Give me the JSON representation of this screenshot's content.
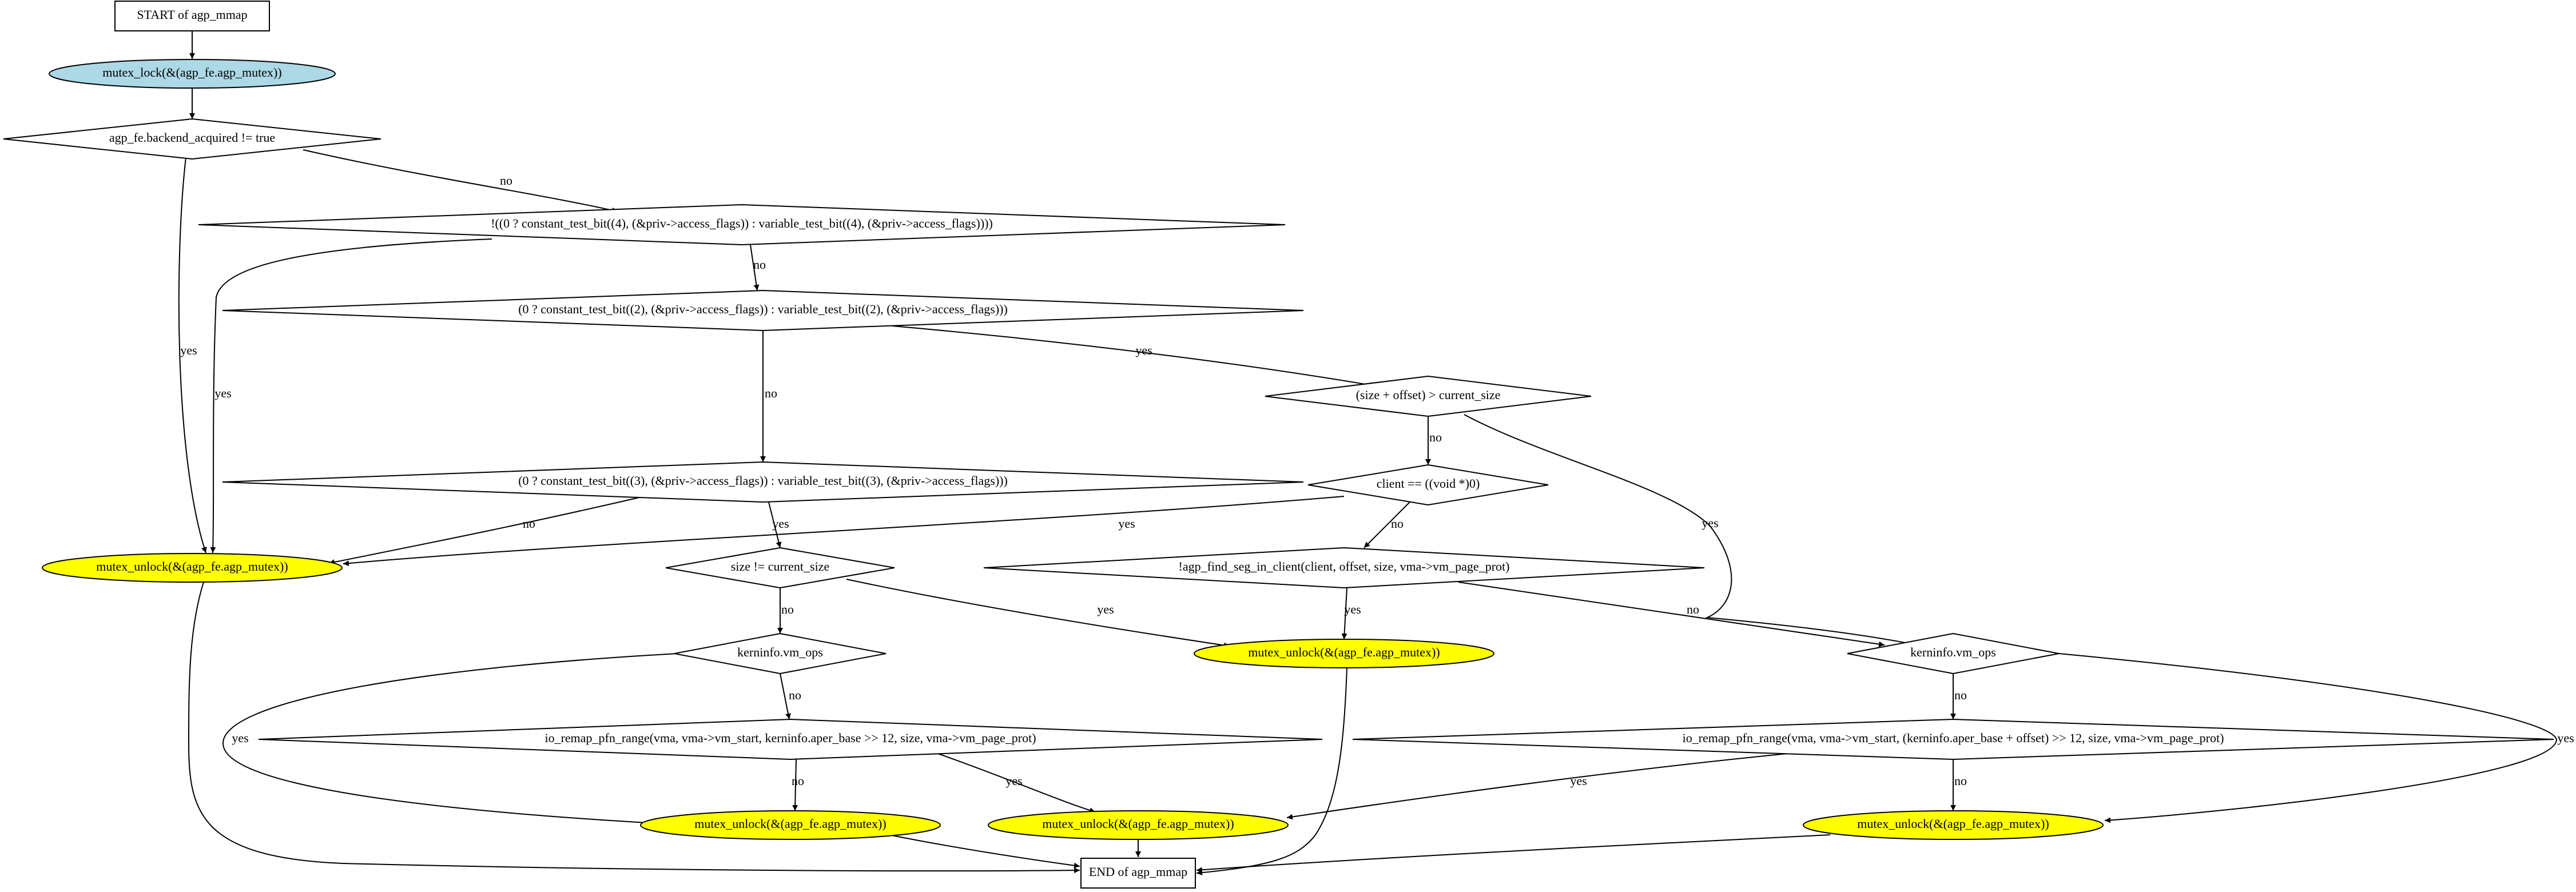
{
  "diagram": {
    "nodes": [
      {
        "id": "start",
        "shape": "box",
        "label": "START of agp_mmap"
      },
      {
        "id": "lock",
        "shape": "ellipse",
        "fill": "#add8e6",
        "label": "mutex_lock(&(agp_fe.agp_mutex))"
      },
      {
        "id": "d1",
        "shape": "diamond",
        "label": "agp_fe.backend_acquired != true"
      },
      {
        "id": "d2",
        "shape": "diamond",
        "label": "!((0 ? constant_test_bit((4), (&priv->access_flags)) : variable_test_bit((4), (&priv->access_flags))))"
      },
      {
        "id": "d3",
        "shape": "diamond",
        "label": "(0 ? constant_test_bit((2), (&priv->access_flags)) : variable_test_bit((2), (&priv->access_flags)))"
      },
      {
        "id": "d4",
        "shape": "diamond",
        "label": "(size + offset) > current_size"
      },
      {
        "id": "d5",
        "shape": "diamond",
        "label": "client == ((void *)0)"
      },
      {
        "id": "d6",
        "shape": "diamond",
        "label": "(0 ? constant_test_bit((3), (&priv->access_flags)) : variable_test_bit((3), (&priv->access_flags)))"
      },
      {
        "id": "u1",
        "shape": "ellipse",
        "fill": "#ffff00",
        "label": "mutex_unlock(&(agp_fe.agp_mutex))"
      },
      {
        "id": "d7",
        "shape": "diamond",
        "label": "size != current_size"
      },
      {
        "id": "d8",
        "shape": "diamond",
        "label": "!agp_find_seg_in_client(client, offset, size, vma->vm_page_prot)"
      },
      {
        "id": "u2",
        "shape": "ellipse",
        "fill": "#ffff00",
        "label": "mutex_unlock(&(agp_fe.agp_mutex))"
      },
      {
        "id": "d9",
        "shape": "diamond",
        "label": "kerninfo.vm_ops"
      },
      {
        "id": "d10",
        "shape": "diamond",
        "label": "kerninfo.vm_ops"
      },
      {
        "id": "d11",
        "shape": "diamond",
        "label": "io_remap_pfn_range(vma, vma->vm_start, kerninfo.aper_base >> 12, size, vma->vm_page_prot)"
      },
      {
        "id": "d12",
        "shape": "diamond",
        "label": "io_remap_pfn_range(vma, vma->vm_start, (kerninfo.aper_base + offset) >> 12, size, vma->vm_page_prot)"
      },
      {
        "id": "u3",
        "shape": "ellipse",
        "fill": "#ffff00",
        "label": "mutex_unlock(&(agp_fe.agp_mutex))"
      },
      {
        "id": "u4",
        "shape": "ellipse",
        "fill": "#ffff00",
        "label": "mutex_unlock(&(agp_fe.agp_mutex))"
      },
      {
        "id": "u5",
        "shape": "ellipse",
        "fill": "#ffff00",
        "label": "mutex_unlock(&(agp_fe.agp_mutex))"
      },
      {
        "id": "end",
        "shape": "box",
        "label": "END of agp_mmap"
      }
    ],
    "edges": [
      {
        "from": "start",
        "to": "lock",
        "label": ""
      },
      {
        "from": "lock",
        "to": "d1",
        "label": ""
      },
      {
        "from": "d1",
        "to": "d2",
        "label": "no"
      },
      {
        "from": "d1",
        "to": "u1",
        "label": "yes"
      },
      {
        "from": "d2",
        "to": "u1",
        "label": "yes"
      },
      {
        "from": "d2",
        "to": "d3",
        "label": "no"
      },
      {
        "from": "d3",
        "to": "d4",
        "label": "yes"
      },
      {
        "from": "d3",
        "to": "d6",
        "label": "no"
      },
      {
        "from": "d4",
        "to": "d5",
        "label": "no"
      },
      {
        "from": "d4",
        "to": "d10",
        "label": "yes"
      },
      {
        "from": "d5",
        "to": "u1",
        "label": "yes"
      },
      {
        "from": "d5",
        "to": "d8",
        "label": "no"
      },
      {
        "from": "d6",
        "to": "u1",
        "label": "no"
      },
      {
        "from": "d6",
        "to": "d7",
        "label": "yes"
      },
      {
        "from": "d7",
        "to": "u2",
        "label": "yes"
      },
      {
        "from": "d7",
        "to": "d9",
        "label": "no"
      },
      {
        "from": "d8",
        "to": "u2",
        "label": "yes"
      },
      {
        "from": "d8",
        "to": "d10",
        "label": "no"
      },
      {
        "from": "d9",
        "to": "u3",
        "label": "yes"
      },
      {
        "from": "d9",
        "to": "d11",
        "label": "no"
      },
      {
        "from": "d11",
        "to": "u3",
        "label": "no"
      },
      {
        "from": "d11",
        "to": "u4",
        "label": "yes"
      },
      {
        "from": "d10",
        "to": "d12",
        "label": "no"
      },
      {
        "from": "d10",
        "to": "u5",
        "label": "yes"
      },
      {
        "from": "d12",
        "to": "u4",
        "label": "yes"
      },
      {
        "from": "d12",
        "to": "u5",
        "label": "no"
      },
      {
        "from": "u1",
        "to": "end",
        "label": ""
      },
      {
        "from": "u2",
        "to": "end",
        "label": ""
      },
      {
        "from": "u3",
        "to": "end",
        "label": ""
      },
      {
        "from": "u4",
        "to": "end",
        "label": ""
      },
      {
        "from": "u5",
        "to": "end",
        "label": ""
      }
    ]
  }
}
